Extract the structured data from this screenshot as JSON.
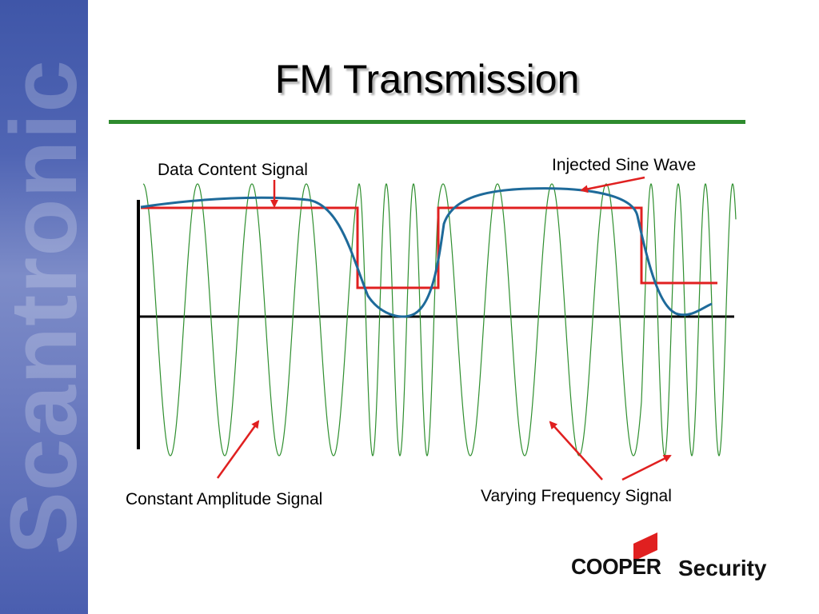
{
  "slide": {
    "title": "FM Transmission",
    "sidebar_watermark": "Scantronic"
  },
  "labels": {
    "data_content": "Data Content Signal",
    "injected_sine": "Injected Sine Wave",
    "constant_amplitude": "Constant Amplitude Signal",
    "varying_frequency": "Varying Frequency Signal"
  },
  "logo": {
    "brand": "COOPER",
    "product": "Security"
  },
  "colors": {
    "title_rule": "#2e8b2e",
    "data_signal": "#e02020",
    "carrier_wave": "#2f8f2f",
    "modulated_curve": "#1e6a9a",
    "arrows": "#e02020",
    "logo_mark": "#e02020",
    "sidebar": "#5064b4"
  }
}
